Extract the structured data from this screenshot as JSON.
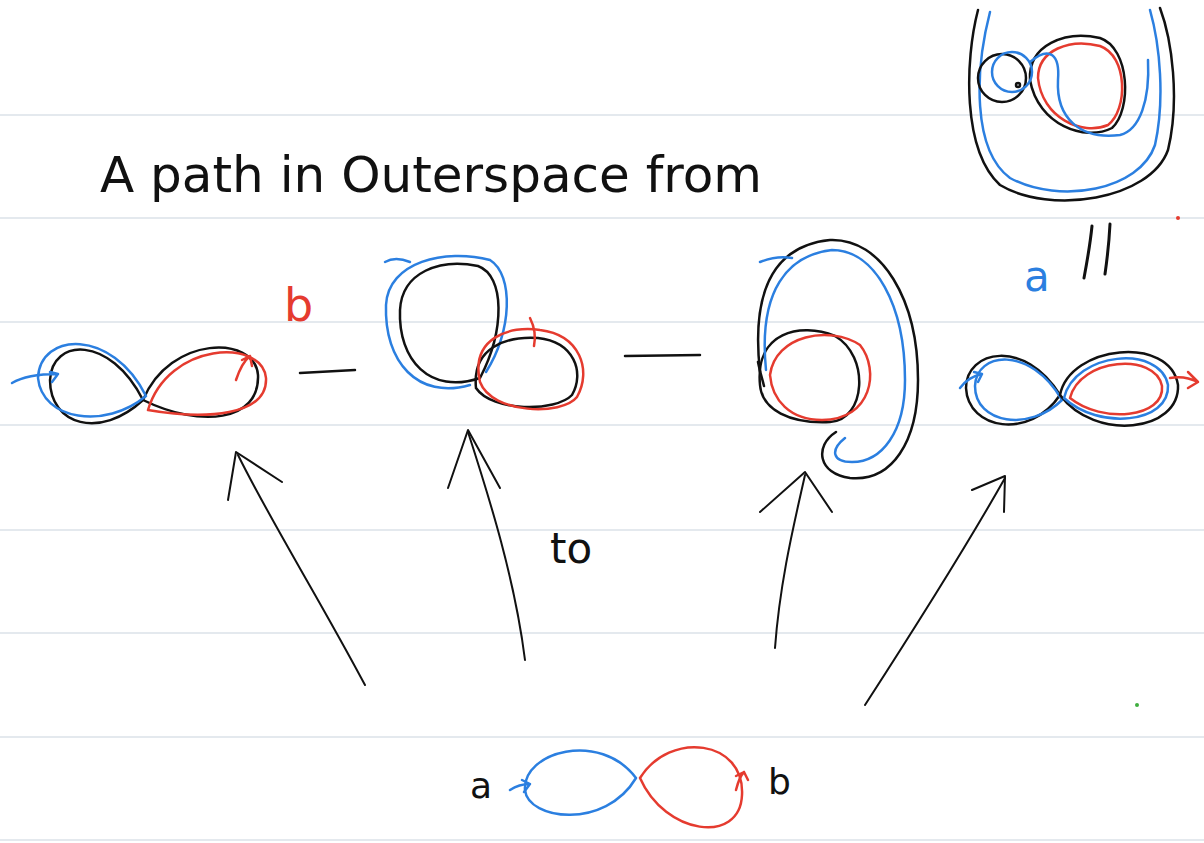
{
  "diagram": {
    "title": "A path in Outerspace from",
    "labels": [
      "b",
      "a",
      "to",
      "a",
      "b"
    ]
  }
}
